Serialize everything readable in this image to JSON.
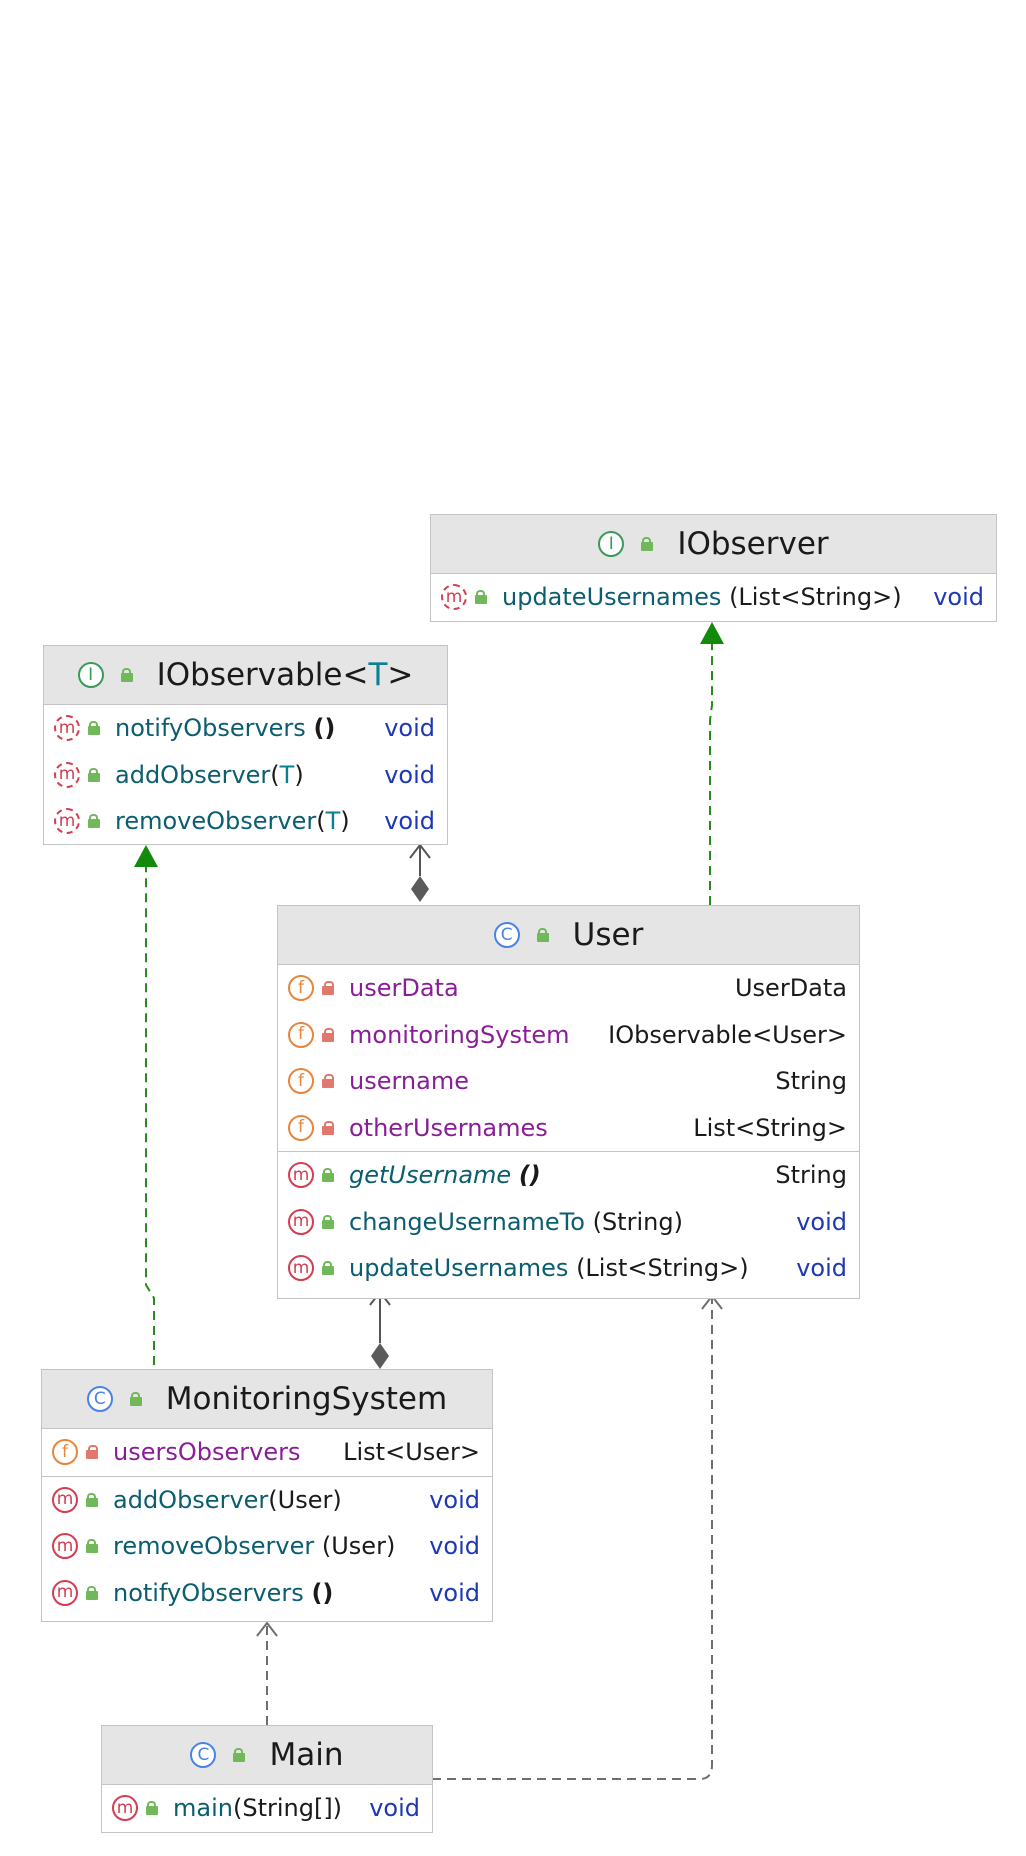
{
  "classes": {
    "iobserver": {
      "name": "IObserver",
      "kind_icon": "interface-icon",
      "methods": [
        {
          "name": "updateUsernames",
          "params": "(List<String>)",
          "ret": "void"
        }
      ]
    },
    "iobservable": {
      "name": "IObservable<",
      "type_param": "T",
      "name_end": ">",
      "kind_icon": "interface-icon",
      "methods": [
        {
          "name": "notifyObservers",
          "params": "()",
          "ret": "void"
        },
        {
          "name": "addObserver",
          "params_open": "(",
          "params_tp": "T",
          "params_close": ")",
          "ret": "void"
        },
        {
          "name": "removeObserver",
          "params_open": "(",
          "params_tp": "T",
          "params_close": ")",
          "ret": "void"
        }
      ]
    },
    "user": {
      "name": "User",
      "kind_icon": "class-icon",
      "fields": [
        {
          "name": "userData",
          "type": "UserData"
        },
        {
          "name": "monitoringSystem",
          "type": "IObservable<User>"
        },
        {
          "name": "username",
          "type": "String"
        },
        {
          "name": "otherUsernames",
          "type": "List<String>"
        }
      ],
      "methods": [
        {
          "name": "getUsername",
          "params": "()",
          "ret": "String"
        },
        {
          "name": "changeUsernameTo",
          "params": "(String)",
          "ret": "void"
        },
        {
          "name": "updateUsernames",
          "params": "(List<String>)",
          "ret": "void"
        }
      ]
    },
    "monitoring": {
      "name": "MonitoringSystem",
      "kind_icon": "class-icon",
      "fields": [
        {
          "name": "usersObservers",
          "type": "List<User>"
        }
      ],
      "methods": [
        {
          "name": "addObserver",
          "params": "(User)",
          "ret": "void"
        },
        {
          "name": "removeObserver",
          "params": "(User)",
          "ret": "void"
        },
        {
          "name": "notifyObservers",
          "params": "()",
          "ret": "void"
        }
      ]
    },
    "main": {
      "name": "Main",
      "kind_icon": "class-icon",
      "methods": [
        {
          "name": "main",
          "params": "(String[])",
          "ret": "void"
        }
      ]
    }
  },
  "icons": {
    "method": "m",
    "field": "f",
    "class": "C",
    "interface": "I"
  },
  "colors": {
    "realization": "#2b8a1e",
    "dependency": "#6e6e6e",
    "composition": "#5a5a5a"
  }
}
